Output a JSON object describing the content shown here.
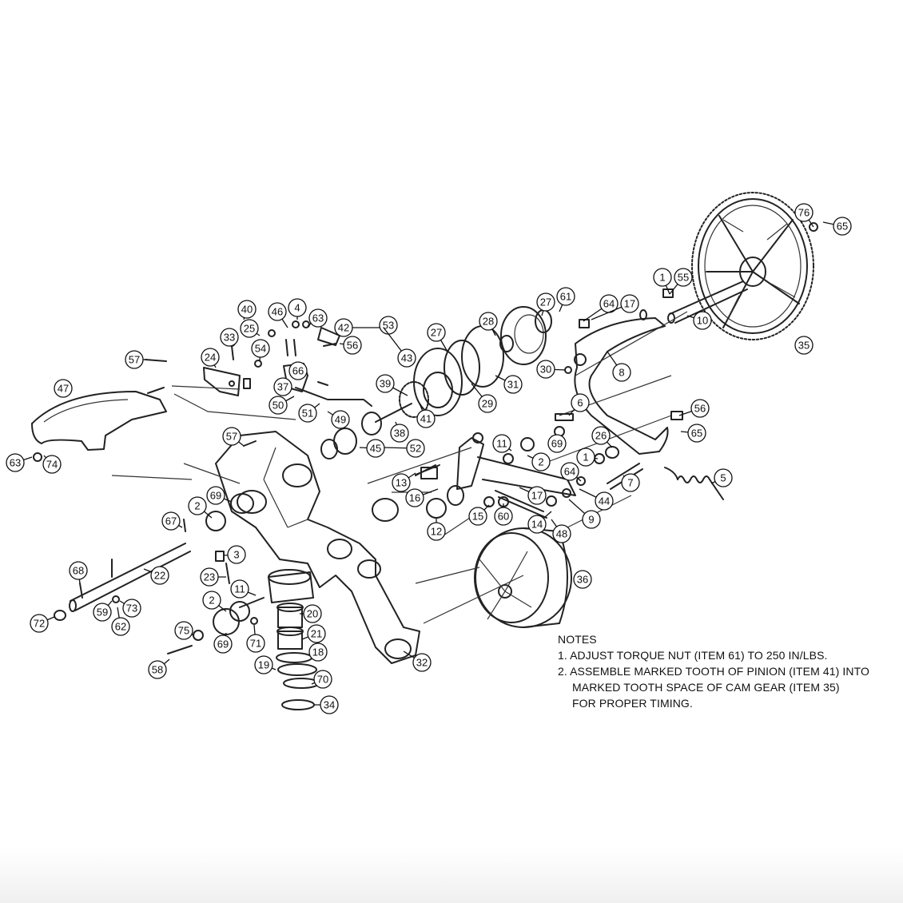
{
  "callouts": [
    "1",
    "2",
    "3",
    "4",
    "5",
    "6",
    "7",
    "8",
    "9",
    "10",
    "11",
    "12",
    "13",
    "14",
    "15",
    "16",
    "17",
    "18",
    "19",
    "20",
    "21",
    "22",
    "23",
    "24",
    "25",
    "26",
    "27",
    "28",
    "29",
    "30",
    "31",
    "32",
    "33",
    "34",
    "35",
    "36",
    "37",
    "38",
    "39",
    "40",
    "41",
    "42",
    "43",
    "44",
    "45",
    "46",
    "47",
    "48",
    "49",
    "50",
    "51",
    "52",
    "53",
    "54",
    "55",
    "56",
    "57",
    "58",
    "59",
    "60",
    "61",
    "62",
    "63",
    "64",
    "65",
    "66",
    "67",
    "68",
    "69",
    "70",
    "71",
    "72",
    "73",
    "74",
    "75",
    "76"
  ],
  "notes": {
    "heading": "NOTES",
    "line1": "1. ADJUST TORQUE NUT (ITEM 61) TO 250 IN/LBS.",
    "line2a": "2. ASSEMBLE MARKED TOOTH OF PINION (ITEM 41) INTO",
    "line2b": "MARKED TOOTH SPACE OF CAM GEAR (ITEM 35)",
    "line2c": "FOR PROPER TIMING."
  }
}
